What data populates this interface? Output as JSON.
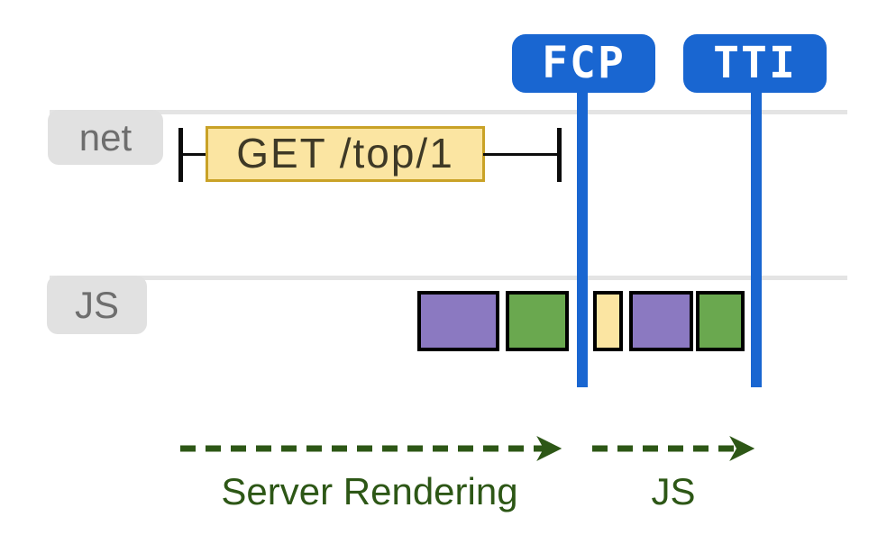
{
  "colors": {
    "marker_blue": "#1966D1",
    "track_line_gray": "#E4E4E4",
    "track_tab_bg": "#E1E1E1",
    "track_tab_text": "#6E6E6E",
    "request_yellow_fill": "#FBE5A2",
    "request_yellow_border": "#C9A227",
    "task_purple_fill": "#8B79C1",
    "task_purple_border": "#3B2A7E",
    "task_green_fill": "#6AA84F",
    "task_green_border": "#274E13",
    "whisker_black": "#0C0C0C",
    "phase_green": "#2D5716"
  },
  "markers": [
    {
      "label": "FCP"
    },
    {
      "label": "TTI"
    }
  ],
  "tracks": {
    "net": {
      "label": "net",
      "request_label": "GET /top/1"
    },
    "js": {
      "label": "JS",
      "tasks": [
        "purple",
        "green",
        "yellow",
        "purple",
        "green"
      ]
    }
  },
  "phases": [
    {
      "label": "Server Rendering"
    },
    {
      "label": "JS"
    }
  ]
}
